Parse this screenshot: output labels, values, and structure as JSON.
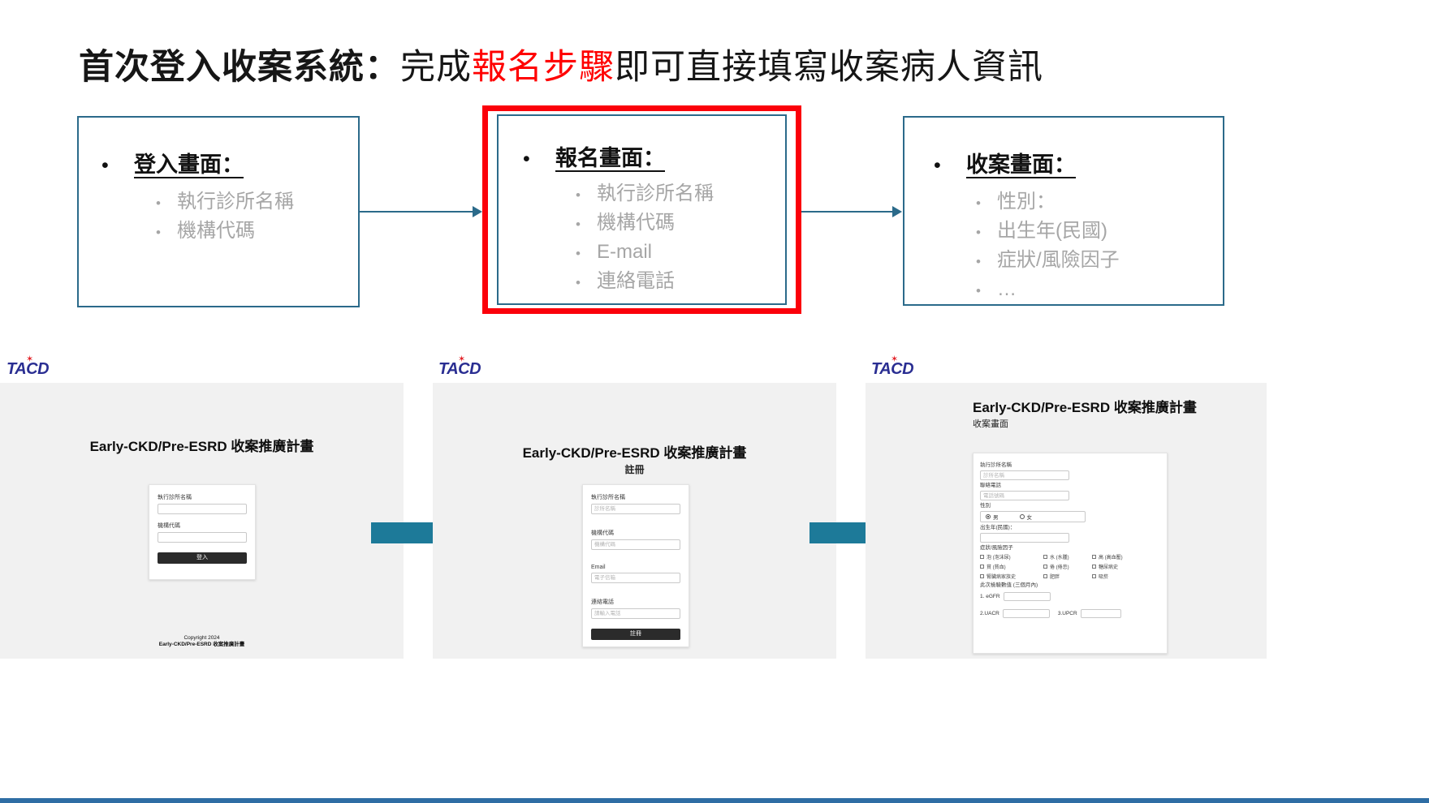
{
  "title": {
    "bold": "首次登入收案系統：",
    "normal1": "完成",
    "highlight": "報名步驟",
    "normal2": "即可直接填寫收案病人資訊"
  },
  "flow": {
    "login_box": {
      "heading": "登入畫面：",
      "items": [
        "執行診所名稱",
        "機構代碼"
      ]
    },
    "register_box": {
      "heading": "報名畫面：",
      "items": [
        "執行診所名稱",
        "機構代碼",
        "E-mail",
        "連絡電話"
      ]
    },
    "intake_box": {
      "heading": "收案畫面：",
      "items": [
        "性別：",
        "出生年(民國)",
        "症狀/風險因子",
        "…"
      ]
    }
  },
  "screens": {
    "logo_text": "TACD",
    "login": {
      "title": "Early-CKD/Pre-ESRD 收案推廣計畫",
      "fields": [
        {
          "label": "執行診所名稱",
          "placeholder": ""
        },
        {
          "label": "機構代碼",
          "placeholder": ""
        }
      ],
      "button": "登入",
      "footer_line1": "Copyright 2024",
      "footer_line2": "Early-CKD/Pre-ESRD 收案推廣計畫"
    },
    "register": {
      "title": "Early-CKD/Pre-ESRD 收案推廣計畫",
      "subtitle": "註冊",
      "fields": [
        {
          "label": "執行診所名稱",
          "placeholder": "診所名稱"
        },
        {
          "label": "機構代碼",
          "placeholder": "機構代碼"
        },
        {
          "label": "Email",
          "placeholder": "電子信箱"
        },
        {
          "label": "連絡電話",
          "placeholder": "請輸入電話"
        }
      ],
      "button": "註冊"
    },
    "intake": {
      "title": "Early-CKD/Pre-ESRD 收案推廣計畫",
      "subtitle": "收案畫面",
      "clinic": {
        "label": "執行診所名稱",
        "placeholder": "診所名稱"
      },
      "phone": {
        "label": "聯絡電話",
        "placeholder": "電話號碼"
      },
      "gender": {
        "label": "性別",
        "male": "男",
        "female": "女"
      },
      "birth": {
        "label": "出生年(民國)："
      },
      "symptoms": {
        "label": "症狀/風險因子",
        "row1": [
          "泡 (泡沫尿)",
          "水 (水腫)",
          "高 (高血壓)"
        ],
        "row2": [
          "貧 (貧血)",
          "倦 (倦怠)",
          "糖尿病史"
        ],
        "row3": [
          "腎臟病家族史",
          "肥胖",
          "吸菸"
        ]
      },
      "labs": {
        "label": "此次檢驗數值 (三個月內)",
        "egfr": "1. eGFR",
        "uacr": "2.UACR",
        "upcr": "3.UPCR"
      }
    }
  }
}
